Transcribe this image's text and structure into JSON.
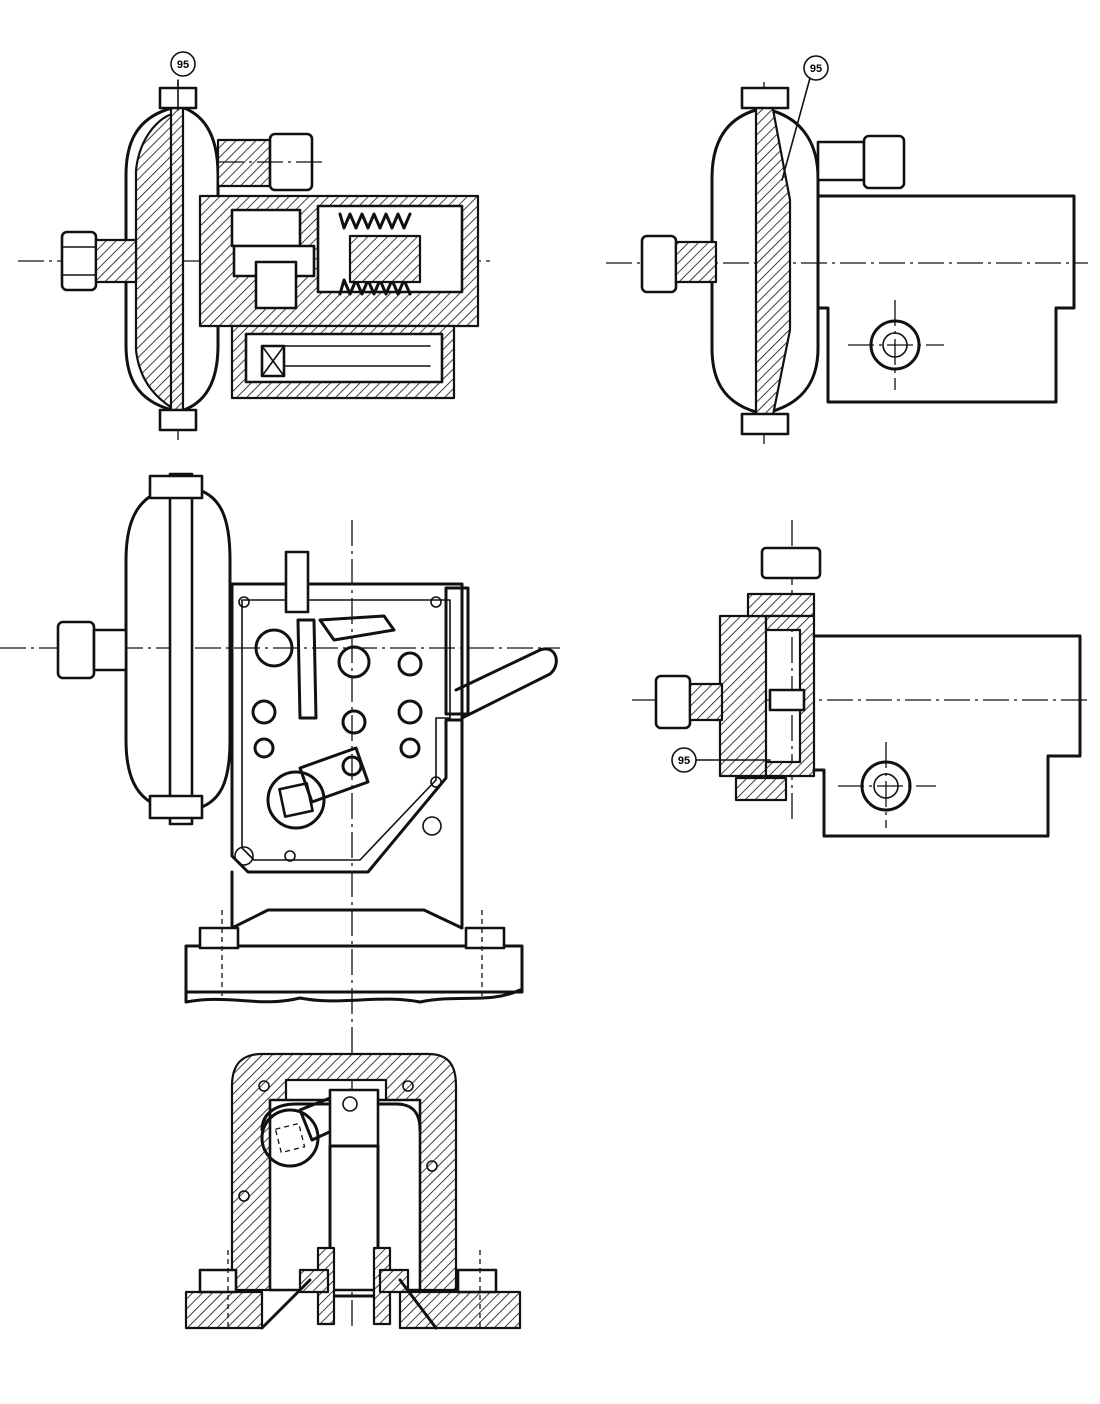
{
  "drawing": {
    "callouts": {
      "view_top_left": "95",
      "view_top_right": "95",
      "view_mid_right": "95"
    },
    "colors": {
      "ink": "#111111",
      "paper": "#ffffff"
    }
  }
}
